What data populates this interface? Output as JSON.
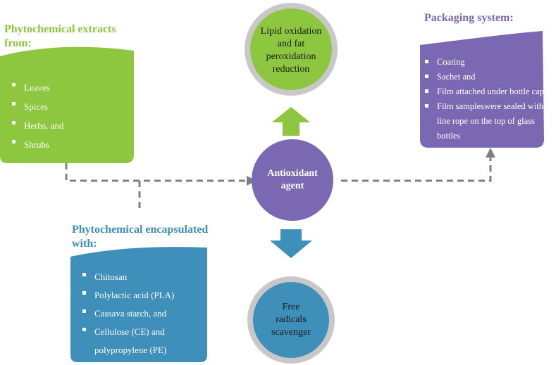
{
  "phytochemical_extracts": {
    "heading_line1": "Phytochemical extracts",
    "heading_line2": "from:",
    "items": [
      "Leaves",
      "Spices",
      "Herbs, and",
      "Shrubs"
    ],
    "color": "#8dc63f"
  },
  "packaging_system": {
    "heading": "Packaging system:",
    "items": [
      "Coating",
      "Sachet and",
      "Film attached under bottle cap",
      "Film sampleswere sealed with",
      "line rope on the top of glass",
      "bottles"
    ],
    "color": "#7a68b3"
  },
  "phytochemical_encapsulated": {
    "heading_line1": "Phytochemical encapsulated",
    "heading_line2": "with:",
    "items": [
      "Chitosan",
      "Polylactic acid (PLA)",
      "Cassava starch, and",
      "Cellulose (CE) and",
      "polypropylene (PE)"
    ],
    "color": "#3e8fba"
  },
  "lipid_oxidation": {
    "line1": "Lipid oxidation",
    "line2": "and fat",
    "line3": "peroxidation",
    "line4": "reduction"
  },
  "antioxidant_agent": {
    "line1": "Antioxidant",
    "line2": "agent"
  },
  "free_radicals": {
    "line1": "Free",
    "line2": "radicals",
    "line3": "scavenger"
  },
  "colors": {
    "green": "#8dc63f",
    "purple": "#7a68b3",
    "blue": "#3e8fba",
    "ring": "#c8c8c8",
    "connector": "#7f7f7f"
  }
}
